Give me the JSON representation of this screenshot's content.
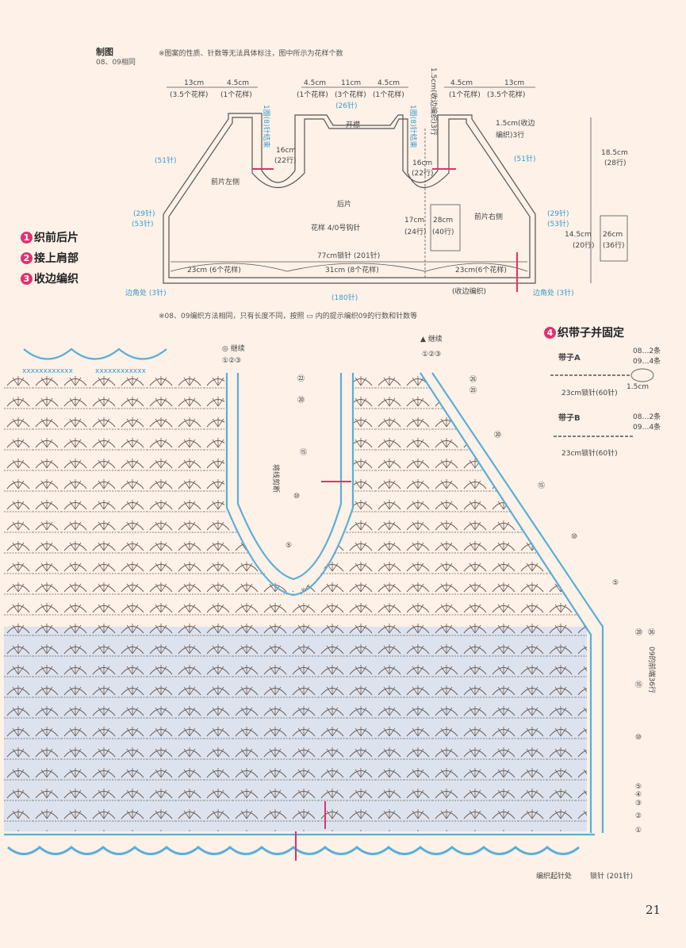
{
  "header": {
    "title": "制图",
    "subtitle": "08、09相同",
    "note": "※图案的性质、针数等无法具体标注，图中所示为花样个数"
  },
  "schematic": {
    "top_dims": [
      "13cm",
      "4.5cm",
      "4.5cm",
      "11cm",
      "4.5cm",
      "4.5cm",
      "13cm"
    ],
    "top_patterns": [
      "(3.5个花样)",
      "(1个花样)",
      "(1个花样)",
      "(3个花样)",
      "(1个花样)",
      "(1个花样)",
      "(3.5个花样)"
    ],
    "neck_left": "1圈(8)针结束",
    "neck_right": "1圈(8)针结束",
    "collar_vertical": "1.5cm(收边编织)3行",
    "center_stitches": "(26针)",
    "opening": "开襟",
    "right_edge_note1": "1.5cm(收边",
    "right_edge_note2": "编织)3行",
    "height_total": "18.5cm",
    "height_total_rows": "(28行)",
    "side_stitches_left": "(51针)",
    "side_stitches_right": "(51针)",
    "left_depth": "16cm",
    "left_depth_rows": "(22行)",
    "right_depth": "16cm",
    "right_depth_rows": "(22行)",
    "front_left": "前片左侧",
    "back": "后片",
    "front_right": "前片右侧",
    "pattern_hook": "花样  4/0号钩针",
    "mid_height": "17cm",
    "mid_rows": "(24行)",
    "box1_cm": "28cm",
    "box1_rows": "(40行)",
    "side_left_a": "(29针)",
    "side_left_b": "(53针)",
    "side_right_a": "(29针)",
    "side_right_b": "(53针)",
    "lower_height": "14.5cm",
    "lower_rows": "(20行)",
    "box2_cm": "26cm",
    "box2_rows": "(36行)",
    "bottom_total": "77cm锁针 (201针)",
    "bottom_left": "23cm (6个花样)",
    "bottom_mid": "31cm (8个花样)",
    "bottom_right": "23cm(6个花样)",
    "corner_left": "边角处 (3针)",
    "corner_right": "边角处 (3针)",
    "bottom_stitch": "(180针)",
    "edging_label": "(收边编织)"
  },
  "steps": [
    {
      "num": "1",
      "label": "织前后片"
    },
    {
      "num": "2",
      "label": "接上肩部"
    },
    {
      "num": "3",
      "label": "收边编织"
    },
    {
      "num": "4",
      "label": "织带子并固定"
    }
  ],
  "note2": "※08、09编织方法相同，只有长度不同，按照 ▭ 内的提示编织09的行数和针数等",
  "chart": {
    "cont_circle": "◎ 继续",
    "cont_triangle": "▲ 继续",
    "row_tags": [
      "①②③",
      "①②③"
    ],
    "left_rows": [
      "㉒",
      "⑳",
      "⑮",
      "⑩",
      "⑤"
    ],
    "right_rows": [
      "㉖",
      "㉕",
      "⑳",
      "⑮",
      "⑩",
      "⑤"
    ],
    "edge_rows": [
      "⑳",
      "㊱",
      "⑮",
      "⑩",
      "⑤",
      "④",
      "③",
      "②",
      "①"
    ],
    "vertical_note": "09的前端36行",
    "cut_note": "将线剪断",
    "start_note": "编织起针处",
    "chain_note": "锁针 (201针)",
    "edge_xs": "xxxxxxxxxxxx"
  },
  "straps": {
    "a_label": "带子A",
    "a_count1": "08…2条",
    "a_count2": "09…4条",
    "a_len": "23cm锁针(60针)",
    "a_tassel": "1.5cm",
    "b_label": "带子B",
    "b_count1": "08…2条",
    "b_count2": "09…4条",
    "b_len": "23cm锁针(60针)"
  },
  "page_number": "21",
  "colors": {
    "background": "#fdf1e8",
    "blue": "#5aafd6",
    "highlight": "#dce3ef",
    "accent": "#e0316d",
    "ink": "#444444"
  }
}
